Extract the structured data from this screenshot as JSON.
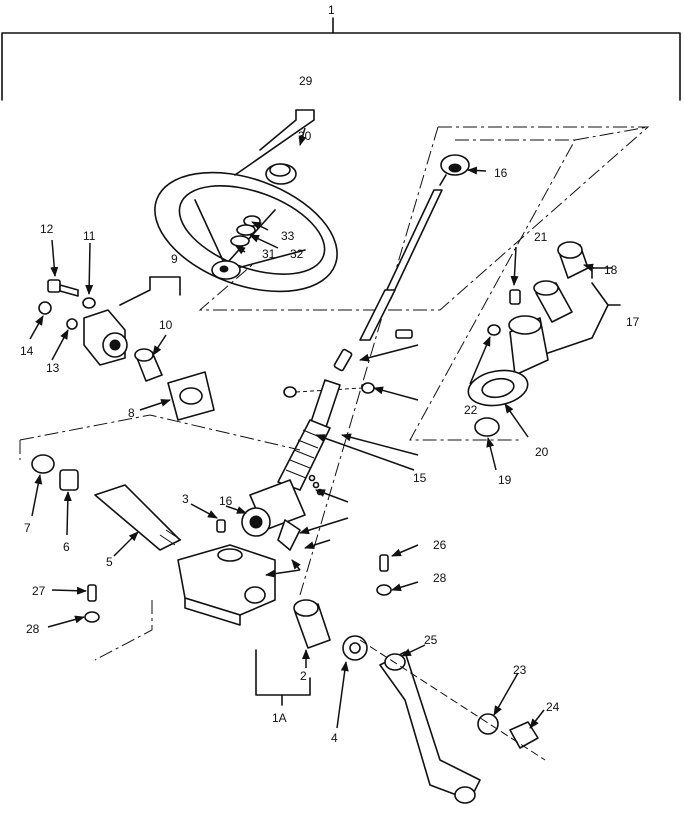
{
  "callouts": [
    "1",
    "1A",
    "2",
    "3",
    "4",
    "5",
    "6",
    "7",
    "8",
    "9",
    "10",
    "11",
    "12",
    "13",
    "14",
    "15",
    "16",
    "16",
    "17",
    "18",
    "19",
    "20",
    "21",
    "22",
    "23",
    "24",
    "25",
    "26",
    "27",
    "28",
    "28",
    "29",
    "30",
    "31",
    "32",
    "33"
  ]
}
